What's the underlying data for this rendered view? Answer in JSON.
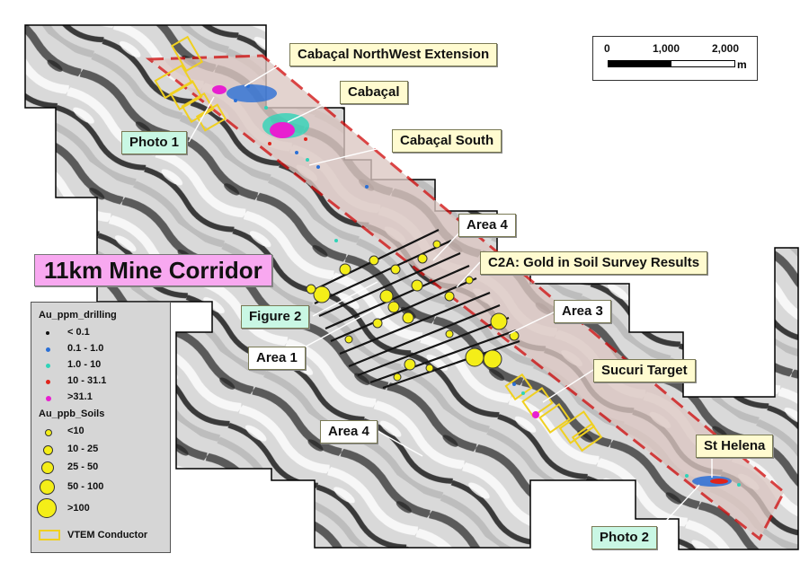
{
  "labels": {
    "cabacal_nw_ext": "Cabaçal NorthWest Extension",
    "cabacal": "Cabaçal",
    "cabacal_south": "Cabaçal South",
    "photo1": "Photo 1",
    "area4_top": "Area 4",
    "c2a": "C2A: Gold in Soil Survey Results",
    "mine_corridor": "11km Mine Corridor",
    "figure2": "Figure 2",
    "area3": "Area 3",
    "area1": "Area 1",
    "sucuri": "Sucuri Target",
    "area4_bottom": "Area 4",
    "st_helena": "St Helena",
    "photo2": "Photo 2"
  },
  "scale": {
    "ticks": [
      "0",
      "1,000",
      "2,000"
    ],
    "unit": "m"
  },
  "legend": {
    "drilling_title": "Au_ppm_drilling",
    "drilling": [
      {
        "label": "< 0.1",
        "color": "#111111"
      },
      {
        "label": "0.1 - 1.0",
        "color": "#2a6fd6"
      },
      {
        "label": "1.0 - 10",
        "color": "#2fd3b8"
      },
      {
        "label": "10 - 31.1",
        "color": "#e0241b"
      },
      {
        "label": ">31.1",
        "color": "#e81fd0"
      }
    ],
    "soils_title": "Au_ppb_Soils",
    "soils": [
      {
        "label": "<10",
        "color": "#f4ee18"
      },
      {
        "label": "10 - 25",
        "color": "#f4ee18"
      },
      {
        "label": "25 - 50",
        "color": "#f4ee18"
      },
      {
        "label": "50 - 100",
        "color": "#f4ee18"
      },
      {
        "label": ">100",
        "color": "#f4ee18"
      }
    ],
    "vtem_label": "VTEM Conductor",
    "vtem_color": "#f0d020"
  },
  "colors": {
    "corridor_outline": "#d01010",
    "corridor_fill": "#dcc7c2",
    "magnetic_light": "#eeeeee",
    "magnetic_dark": "#3c3c3c"
  }
}
